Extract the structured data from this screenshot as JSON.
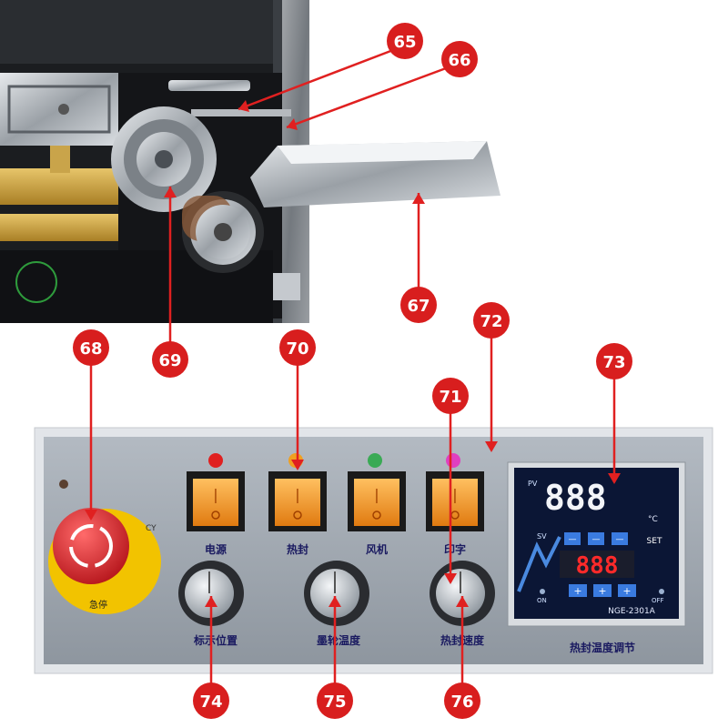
{
  "callouts": [
    {
      "id": "callout-65",
      "text": "65"
    },
    {
      "id": "callout-66",
      "text": "66"
    },
    {
      "id": "callout-67",
      "text": "67"
    },
    {
      "id": "callout-68",
      "text": "68"
    },
    {
      "id": "callout-69",
      "text": "69"
    },
    {
      "id": "callout-70",
      "text": "70"
    },
    {
      "id": "callout-71",
      "text": "71"
    },
    {
      "id": "callout-72",
      "text": "72"
    },
    {
      "id": "callout-73",
      "text": "73"
    },
    {
      "id": "callout-74",
      "text": "74"
    },
    {
      "id": "callout-75",
      "text": "75"
    },
    {
      "id": "callout-76",
      "text": "76"
    }
  ],
  "switches": {
    "power": "电源",
    "heat_seal": "热封",
    "fan": "风机",
    "print": "印字"
  },
  "knobs": {
    "mark_position": "标示位置",
    "ink_wheel_temp": "墨轮温度",
    "seal_speed": "热封速度"
  },
  "emergency_stop": {
    "label": "急停",
    "ring_text": "CY"
  },
  "controller": {
    "pv_label": "PV",
    "sv_label": "SV",
    "pv_value": "888",
    "sv_value": "888",
    "unit": "°C",
    "set_label": "SET",
    "on_label": "ON",
    "off_label": "OFF",
    "model": "NGE-2301A",
    "minus": "—",
    "plus": "+",
    "panel_label": "热封温度调节"
  },
  "colors": {
    "callout": "#d81e1e",
    "switch": "#f39a1c",
    "panel": "#9aa3ad",
    "controller": "#0b1635"
  }
}
